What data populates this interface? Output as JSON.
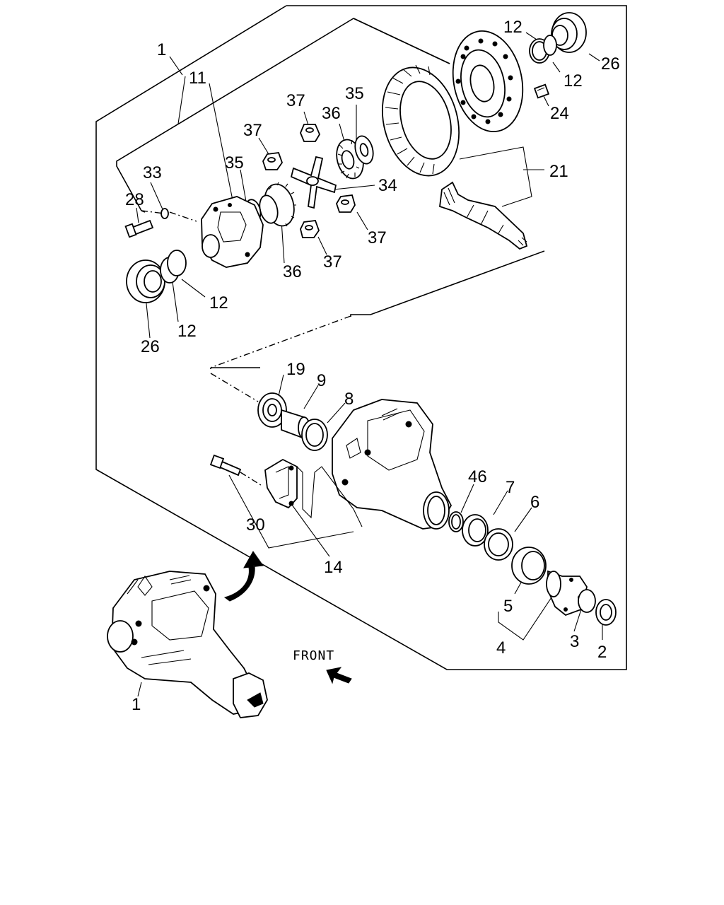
{
  "callouts": {
    "c1_top": "1",
    "c11": "11",
    "c12_a": "12",
    "c12_b": "12",
    "c26_top": "26",
    "c24": "24",
    "c37_a": "37",
    "c35_a": "35",
    "c36_a": "36",
    "c37_b": "37",
    "c33": "33",
    "c35_b": "35",
    "c34": "34",
    "c21": "21",
    "c28": "28",
    "c37_c": "37",
    "c36_b": "36",
    "c37_d": "37",
    "c12_c": "12",
    "c12_d": "12",
    "c26_bottom": "26",
    "c19": "19",
    "c9": "9",
    "c8": "8",
    "c46": "46",
    "c7": "7",
    "c6": "6",
    "c30": "30",
    "c14": "14",
    "c5": "5",
    "c4": "4",
    "c3": "3",
    "c2": "2",
    "c1_bottom": "1"
  },
  "front_label": "FRONT",
  "icons": {
    "front_arrow": "arrow-up-left-icon",
    "rotate_arrow": "curved-arrow-icon"
  }
}
